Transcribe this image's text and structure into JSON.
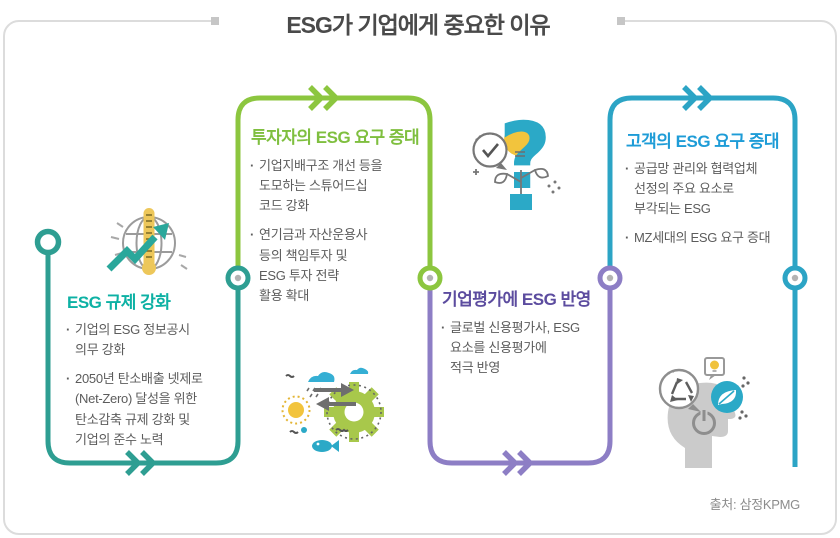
{
  "header": {
    "title": "ESG가 기업에게 중요한 이유"
  },
  "footer": {
    "source": "출처: 삼정KPMG"
  },
  "ui": {
    "bullet_char": "·"
  },
  "colors": {
    "path_teal": "#2e9e92",
    "path_green": "#8cc63f",
    "path_purple": "#8d7ec5",
    "path_blue": "#2ca4c5",
    "heading_teal": "#0db1a4",
    "heading_green": "#7fbf3f",
    "heading_purple": "#5c4c9f",
    "heading_blue": "#1e9cd7",
    "body_text": "#5c5c5c",
    "frame_border": "#dcdcdc",
    "node_dot": "#b3b3b3"
  },
  "sections": [
    {
      "heading": "ESG 규제 강화",
      "icon": "globe-thermometer-trend-icon",
      "bullets": [
        "기업의 ESG 정보공시\n의무 강화",
        "2050년 탄소배출 넷제로\n(Net-Zero) 달성을 위한\n탄소감축 규제 강화 및\n기업의 준수 노력"
      ]
    },
    {
      "heading": "투자자의 ESG 요구 증대",
      "icon": "eco-process-gear-icon",
      "bullets": [
        "기업지배구조 개선 등을\n도모하는 스튜어드십\n코드 강화",
        "연기금과 자산운용사\n등의 책임투자 및\nESG 투자 전략\n활용 확대"
      ]
    },
    {
      "heading": "기업평가에 ESG 반영",
      "icon": "question-bulb-icon",
      "bullets": [
        "글로벌 신용평가사, ESG\n요소를 신용평가에\n적극 반영"
      ]
    },
    {
      "heading": "고객의 ESG 요구 증대",
      "icon": "eco-mindset-head-icon",
      "bullets": [
        "공급망 관리와 협력업체\n선정의 주요 요소로\n부각되는 ESG",
        "MZ세대의 ESG 요구 증대"
      ]
    }
  ]
}
